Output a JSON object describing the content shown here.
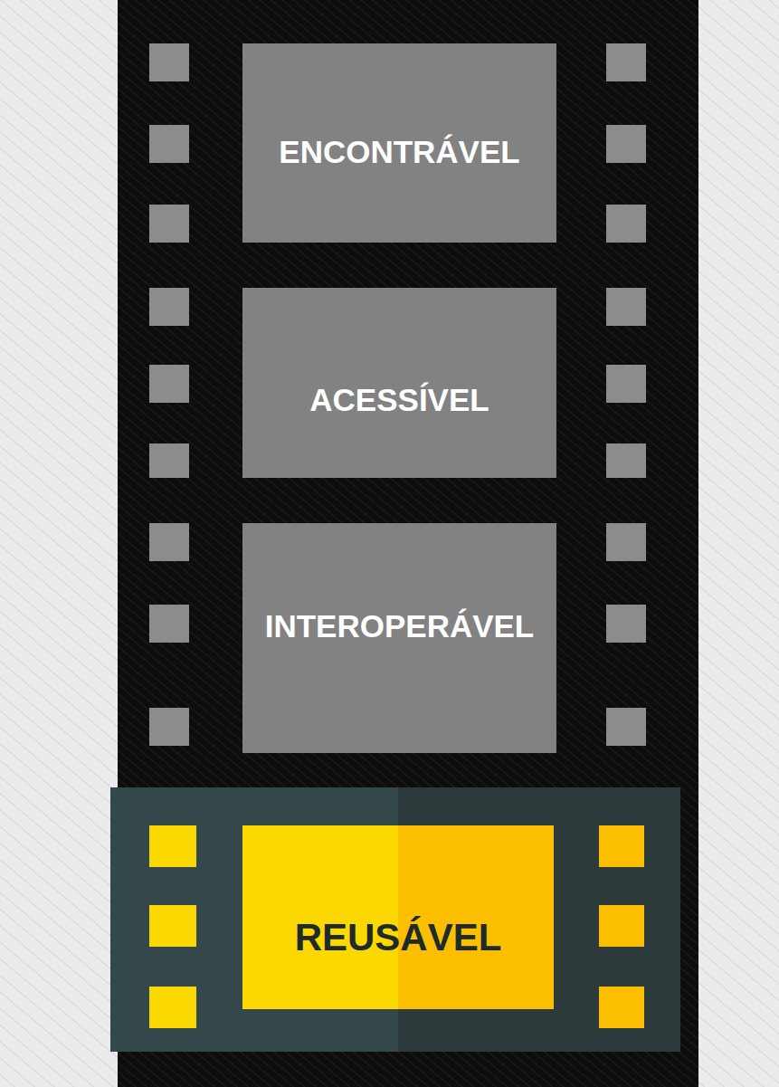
{
  "diagram": {
    "nodes": [
      {
        "text": [
          "ENCONTRÁVEL"
        ]
      },
      {
        "text": [
          "ACESSÍVEL"
        ]
      },
      {
        "text": [
          "INTEROPERÁVEL"
        ]
      },
      {
        "text": [
          "REUSÁVEL"
        ]
      }
    ]
  }
}
